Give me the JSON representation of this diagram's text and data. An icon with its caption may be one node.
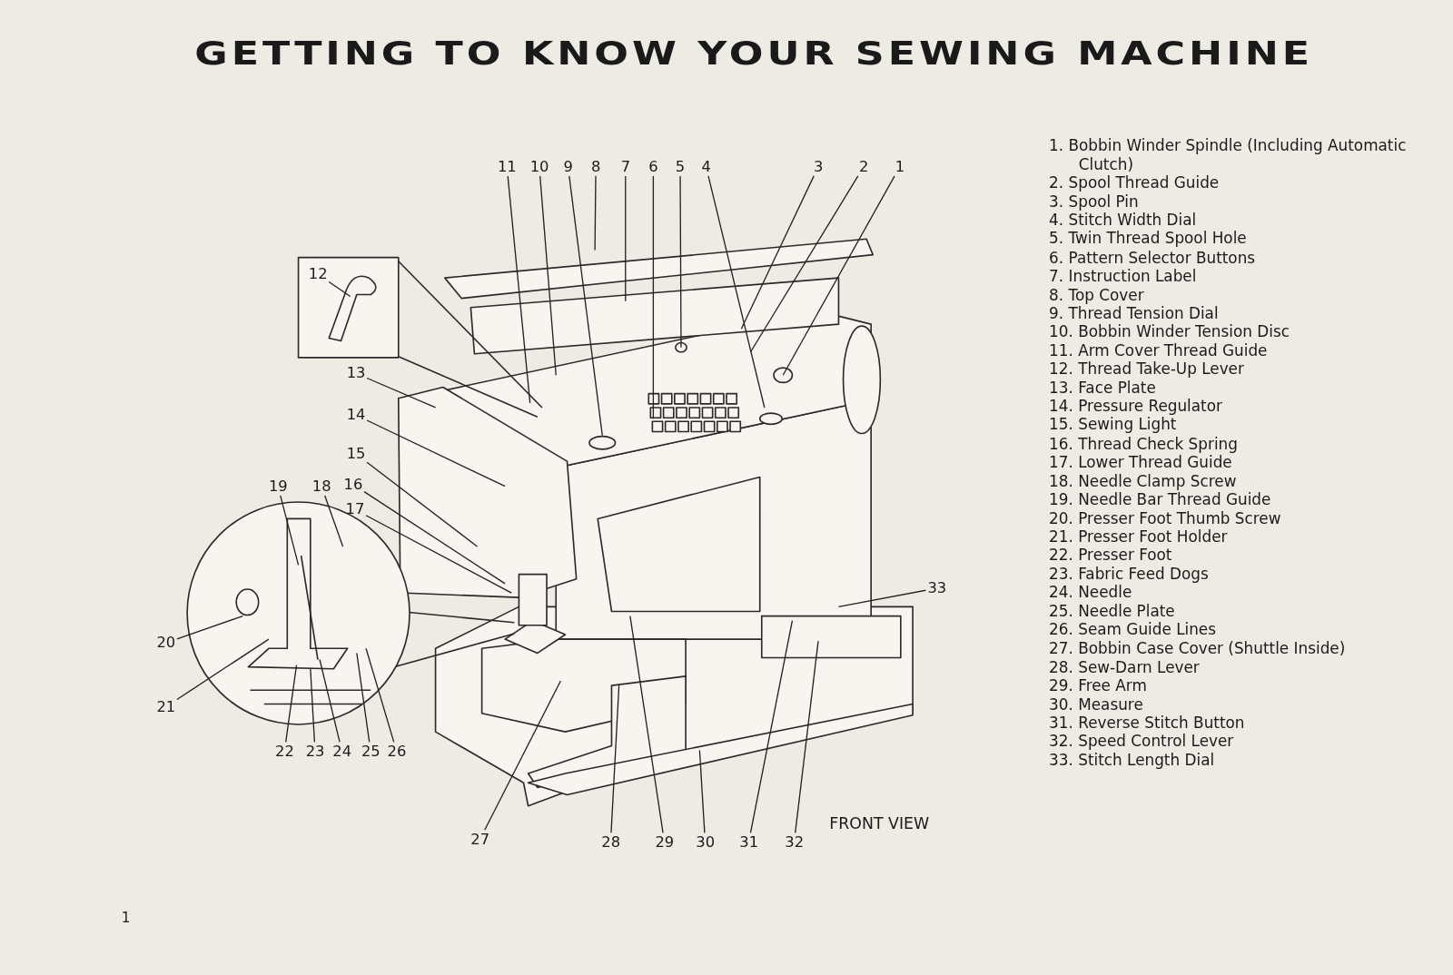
{
  "diagram": {
    "title": "GETTING TO KNOW YOUR SEWING MACHINE",
    "nodes": [
      {
        "text": [
          "1"
        ]
      },
      {
        "text": [
          "2"
        ]
      },
      {
        "text": [
          "3"
        ]
      },
      {
        "text": [
          "4"
        ]
      },
      {
        "text": [
          "5"
        ]
      },
      {
        "text": [
          "6"
        ]
      },
      {
        "text": [
          "7"
        ]
      },
      {
        "text": [
          "8"
        ]
      },
      {
        "text": [
          "9"
        ]
      },
      {
        "text": [
          "10"
        ]
      },
      {
        "text": [
          "11"
        ]
      },
      {
        "text": [
          "12"
        ]
      },
      {
        "text": [
          "13"
        ]
      },
      {
        "text": [
          "14"
        ]
      },
      {
        "text": [
          "15"
        ]
      },
      {
        "text": [
          "16"
        ]
      },
      {
        "text": [
          "17"
        ]
      },
      {
        "text": [
          "18"
        ]
      },
      {
        "text": [
          "19"
        ]
      },
      {
        "text": [
          "20"
        ]
      },
      {
        "text": [
          "21"
        ]
      },
      {
        "text": [
          "22"
        ]
      },
      {
        "text": [
          "23"
        ]
      },
      {
        "text": [
          "24"
        ]
      },
      {
        "text": [
          "25"
        ]
      },
      {
        "text": [
          "26"
        ]
      },
      {
        "text": [
          "27"
        ]
      },
      {
        "text": [
          "28"
        ]
      },
      {
        "text": [
          "29"
        ]
      },
      {
        "text": [
          "30"
        ]
      },
      {
        "text": [
          "31"
        ]
      },
      {
        "text": [
          "32"
        ]
      },
      {
        "text": [
          "33"
        ]
      }
    ],
    "edges": [
      {
        "from": 0,
        "to": null,
        "arrow": "none"
      },
      {
        "from": 1,
        "to": null,
        "arrow": "none"
      },
      {
        "from": 2,
        "to": null,
        "arrow": "none"
      },
      {
        "from": 3,
        "to": null,
        "arrow": "none"
      },
      {
        "from": 4,
        "to": null,
        "arrow": "none"
      },
      {
        "from": 5,
        "to": null,
        "arrow": "none"
      },
      {
        "from": 6,
        "to": null,
        "arrow": "none"
      },
      {
        "from": 7,
        "to": null,
        "arrow": "none"
      },
      {
        "from": 8,
        "to": null,
        "arrow": "none"
      },
      {
        "from": 9,
        "to": null,
        "arrow": "none"
      },
      {
        "from": 10,
        "to": null,
        "arrow": "none"
      },
      {
        "from": 11,
        "to": null,
        "arrow": "none"
      },
      {
        "from": 12,
        "to": null,
        "arrow": "none"
      },
      {
        "from": 13,
        "to": null,
        "arrow": "none"
      },
      {
        "from": 14,
        "to": null,
        "arrow": "none"
      },
      {
        "from": 15,
        "to": null,
        "arrow": "none"
      },
      {
        "from": 16,
        "to": null,
        "arrow": "none"
      },
      {
        "from": 17,
        "to": null,
        "arrow": "none"
      },
      {
        "from": 18,
        "to": null,
        "arrow": "none"
      },
      {
        "from": 19,
        "to": null,
        "arrow": "none"
      },
      {
        "from": 20,
        "to": null,
        "arrow": "none"
      },
      {
        "from": 21,
        "to": null,
        "arrow": "none"
      },
      {
        "from": 22,
        "to": null,
        "arrow": "none"
      },
      {
        "from": 23,
        "to": null,
        "arrow": "none"
      },
      {
        "from": 24,
        "to": null,
        "arrow": "none"
      },
      {
        "from": 25,
        "to": null,
        "arrow": "none"
      },
      {
        "from": 26,
        "to": null,
        "arrow": "none"
      },
      {
        "from": 27,
        "to": null,
        "arrow": "none"
      },
      {
        "from": 28,
        "to": null,
        "arrow": "none"
      },
      {
        "from": 29,
        "to": null,
        "arrow": "none"
      },
      {
        "from": 30,
        "to": null,
        "arrow": "none"
      },
      {
        "from": 31,
        "to": null,
        "arrow": "none"
      },
      {
        "from": 32,
        "to": null,
        "arrow": "none"
      }
    ],
    "labels": [
      "1. Bobbin Winder Spindle (Including Automatic Clutch)",
      "2. Spool Thread Guide",
      "3. Spool Pin",
      "4. Stitch Width Dial",
      "5. Twin Thread Spool Hole",
      "6. Pattern Selector Buttons",
      "7. Instruction Label",
      "8. Top Cover",
      "9. Thread Tension Dial",
      "10. Bobbin Winder Tension Disc",
      "11. Arm Cover Thread Guide",
      "12. Thread Take-Up Lever",
      "13. Face Plate",
      "14. Pressure Regulator",
      "15. Sewing Light",
      "16. Thread Check Spring",
      "17. Lower Thread Guide",
      "18. Needle Clamp Screw",
      "19. Needle Bar Thread Guide",
      "20. Presser Foot Thumb Screw",
      "21. Presser Foot Holder",
      "22. Presser Foot",
      "23. Fabric Feed Dogs",
      "24. Needle",
      "25. Needle Plate",
      "26. Seam Guide Lines",
      "27. Bobbin Case Cover (Shuttle Inside)",
      "28. Sew-Darn Lever",
      "29. Free Arm",
      "30. Measure",
      "31. Reverse Stitch Button",
      "32. Speed Control Lever",
      "33. Stitch Length Dial",
      "FRONT VIEW",
      "1"
    ]
  }
}
